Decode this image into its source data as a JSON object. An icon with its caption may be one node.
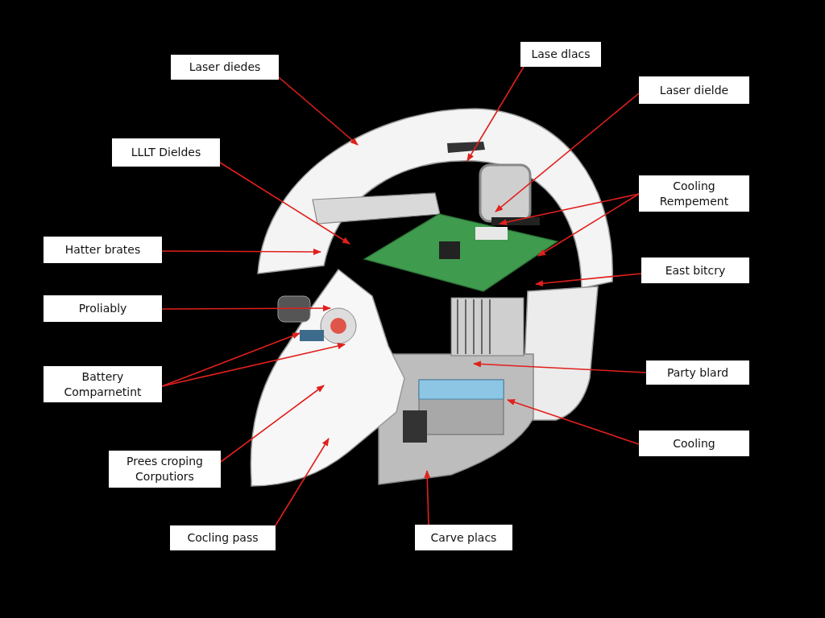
{
  "diagram": {
    "nodes": [
      {
        "text": [
          "Laser diedes"
        ]
      },
      {
        "text": [
          "LLLT Dieldes"
        ]
      },
      {
        "text": [
          "Hatter brates"
        ]
      },
      {
        "text": [
          "Proliably"
        ]
      },
      {
        "text": [
          "Battery Comparnetint"
        ]
      },
      {
        "text": [
          "Prees croping Corputiors"
        ]
      },
      {
        "text": [
          "Cocling pass"
        ]
      },
      {
        "text": [
          "Lase dlacs"
        ]
      },
      {
        "text": [
          "Laser dielde"
        ]
      },
      {
        "text": [
          "Cooling Rempement"
        ]
      },
      {
        "text": [
          "East bitcry"
        ]
      },
      {
        "text": [
          "Party blard"
        ]
      },
      {
        "text": [
          "Cooling"
        ]
      },
      {
        "text": [
          "Carve placs"
        ]
      }
    ],
    "edges": [
      {
        "from": 0,
        "to": null,
        "arrow": "to"
      },
      {
        "from": 1,
        "to": null,
        "arrow": "to"
      },
      {
        "from": 2,
        "to": null,
        "arrow": "to"
      },
      {
        "from": 3,
        "to": null,
        "arrow": "to"
      },
      {
        "from": 4,
        "to": null,
        "arrow": "to"
      },
      {
        "from": 4,
        "to": null,
        "arrow": "to"
      },
      {
        "from": 5,
        "to": null,
        "arrow": "to"
      },
      {
        "from": 6,
        "to": null,
        "arrow": "to"
      },
      {
        "from": 7,
        "to": null,
        "arrow": "to"
      },
      {
        "from": 8,
        "to": null,
        "arrow": "to"
      },
      {
        "from": 9,
        "to": null,
        "arrow": "to"
      },
      {
        "from": 9,
        "to": null,
        "arrow": "to"
      },
      {
        "from": 10,
        "to": null,
        "arrow": "to"
      },
      {
        "from": 11,
        "to": null,
        "arrow": "to"
      },
      {
        "from": 12,
        "to": null,
        "arrow": "to"
      },
      {
        "from": 13,
        "to": null,
        "arrow": "to"
      }
    ]
  }
}
